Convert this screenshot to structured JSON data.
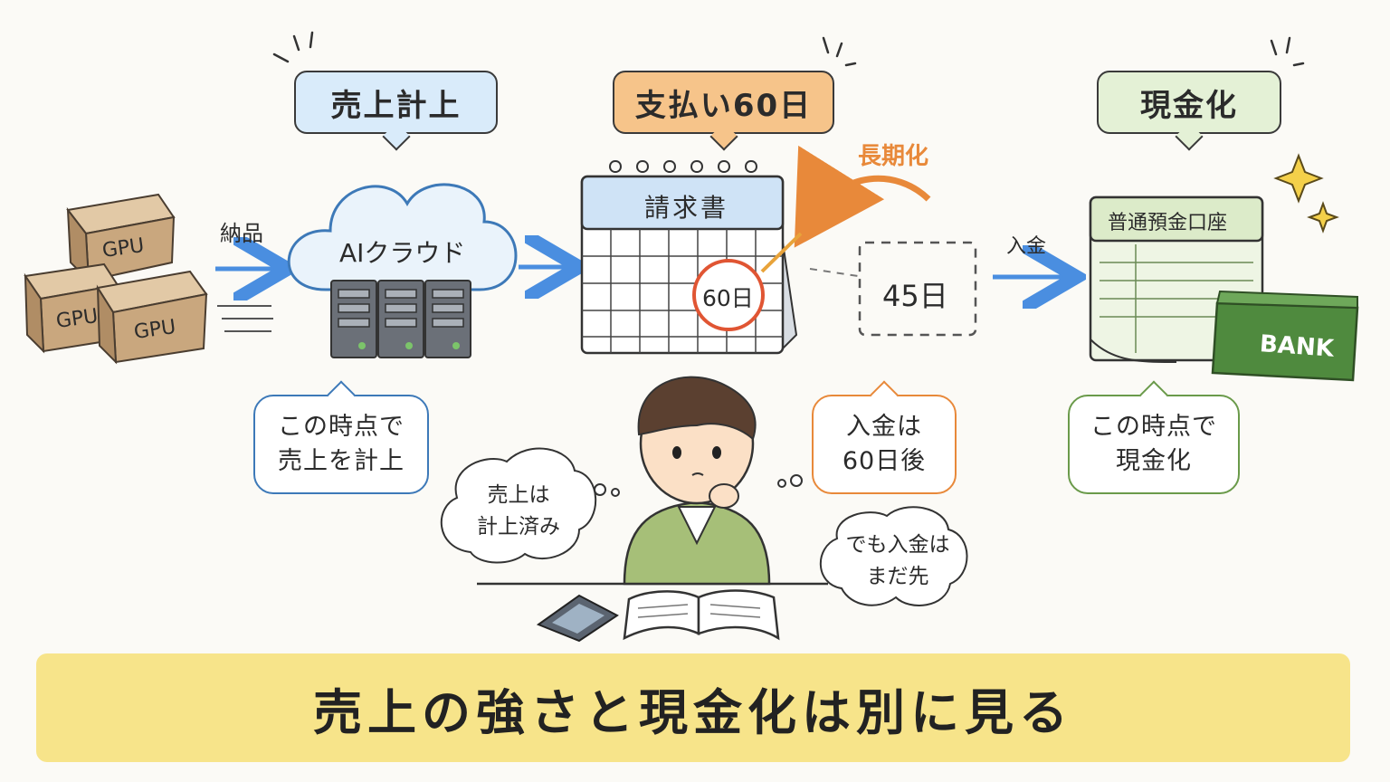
{
  "labels": {
    "revenue_recognition": "売上計上",
    "payment_terms": "支払い60日",
    "cash_conversion": "現金化"
  },
  "boxes": {
    "gpu_label": "GPU",
    "delivery": "納品"
  },
  "cloud": {
    "title": "AIクラウド"
  },
  "calendar": {
    "title": "請求書",
    "circled_day": "60日"
  },
  "extension": {
    "label": "長期化",
    "previous_terms": "45日"
  },
  "deposit": {
    "arrow_label": "入金",
    "passbook_title": "普通預金口座",
    "bank_card": "BANK"
  },
  "notes": {
    "recognize_line1": "この時点で",
    "recognize_line2": "売上を計上",
    "payment_line1": "入金は",
    "payment_line2": "60日後",
    "cash_line1": "この時点で",
    "cash_line2": "現金化"
  },
  "thoughts": {
    "left_line1": "売上は",
    "left_line2": "計上済み",
    "right_line1": "でも入金は",
    "right_line2": "まだ先"
  },
  "banner": {
    "text": "売上の強さと現金化は別に見る"
  },
  "colors": {
    "blue_label": "#d9ebfa",
    "orange_label": "#f6c48a",
    "green_label": "#e4f1d6",
    "blue_note": "#3d79b8",
    "orange_note": "#e8893a",
    "green_note": "#6a9a4a",
    "arrow_blue": "#4a8ee0",
    "banner": "#f7e48a"
  }
}
